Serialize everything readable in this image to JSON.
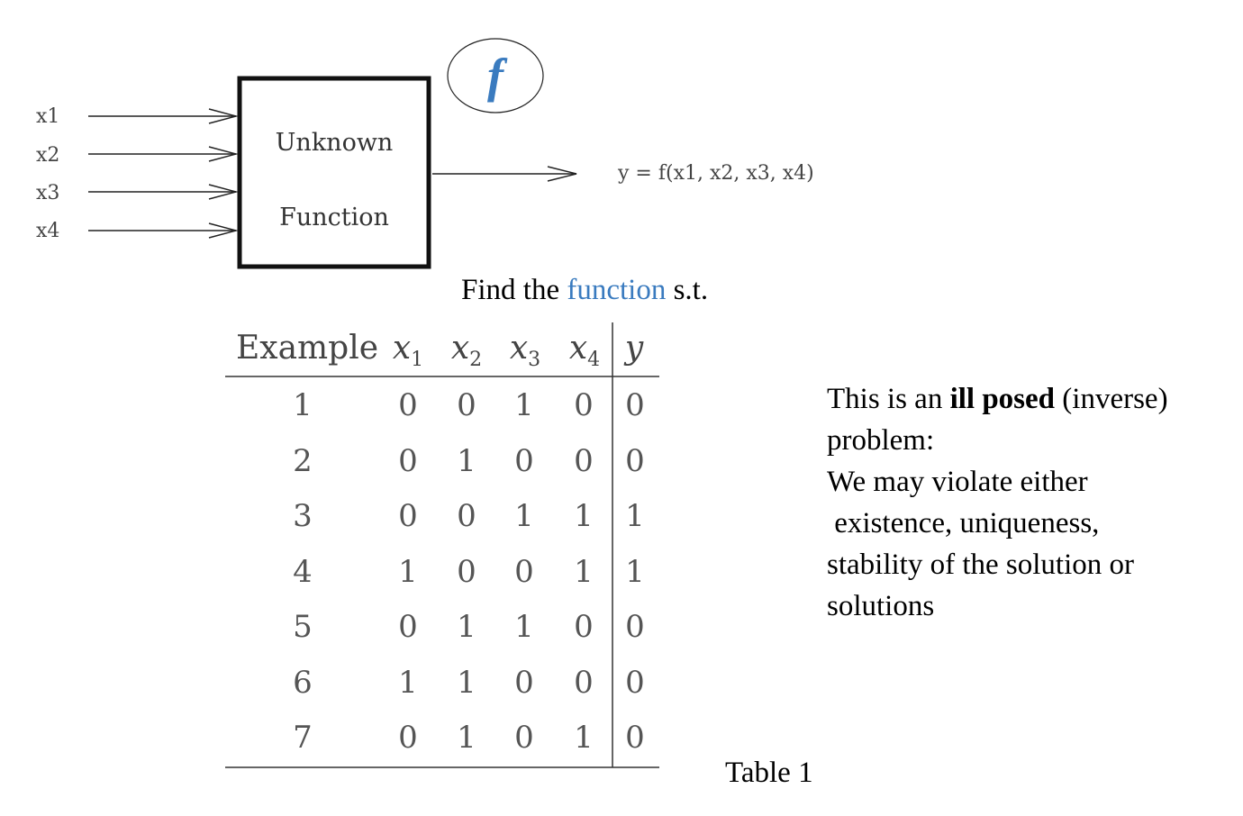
{
  "diagram": {
    "inputs": [
      "x1",
      "x2",
      "x3",
      "x4"
    ],
    "box_lines": [
      "Unknown",
      "Function"
    ],
    "output_label": "y = f(x1, x2, x3, x4)",
    "function_symbol": "f"
  },
  "caption": {
    "prefix": "Find the ",
    "accent": "function",
    "suffix": " s.t.",
    "accent_color": "#3a7bbf"
  },
  "table": {
    "header_example": "Example",
    "header_vars": [
      "x",
      "x",
      "x",
      "x"
    ],
    "header_subs": [
      "1",
      "2",
      "3",
      "4"
    ],
    "header_y": "y",
    "rows": [
      [
        "1",
        "0",
        "0",
        "1",
        "0",
        "0"
      ],
      [
        "2",
        "0",
        "1",
        "0",
        "0",
        "0"
      ],
      [
        "3",
        "0",
        "0",
        "1",
        "1",
        "1"
      ],
      [
        "4",
        "1",
        "0",
        "0",
        "1",
        "1"
      ],
      [
        "5",
        "0",
        "1",
        "1",
        "0",
        "0"
      ],
      [
        "6",
        "1",
        "1",
        "0",
        "0",
        "0"
      ],
      [
        "7",
        "0",
        "1",
        "0",
        "1",
        "0"
      ]
    ],
    "caption": "Table 1"
  },
  "note": {
    "line1_prefix": "This is an ",
    "line1_bold": "ill posed",
    "line1_suffix": " (inverse)",
    "line2": "problem:",
    "line3": "We may violate either",
    "line4": " existence, uniqueness,",
    "line5": "stability of the solution or",
    "line6": "solutions"
  }
}
